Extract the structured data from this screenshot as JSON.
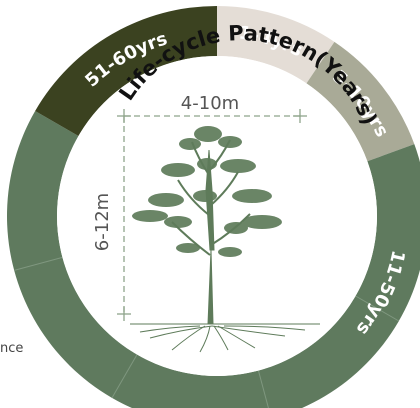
{
  "diagram": {
    "title": "Life-cycle Pattern(Years)",
    "phases": [
      {
        "label": "1-4yrs",
        "start_deg": 0,
        "end_deg": 34,
        "color": "#e4ddd6"
      },
      {
        "label": "5-10yrs",
        "start_deg": 34,
        "end_deg": 70,
        "color": "#a9aa97"
      },
      {
        "label": "11-50yrs",
        "start_deg": 70,
        "end_deg": 300,
        "color": "#5f7a5e"
      },
      {
        "label": "51-60yrs",
        "start_deg": 300,
        "end_deg": 360,
        "color": "#3b4220"
      }
    ],
    "dimensions": {
      "width": "4-10m",
      "height": "6-12m"
    },
    "colors": {
      "ring_divider": "#7f977f",
      "tree": "#5e7b5a",
      "dimension_line": "#8ea48b",
      "text_dark": "#111111",
      "text_light": "#ffffff"
    }
  },
  "edge_fragment": "nce"
}
